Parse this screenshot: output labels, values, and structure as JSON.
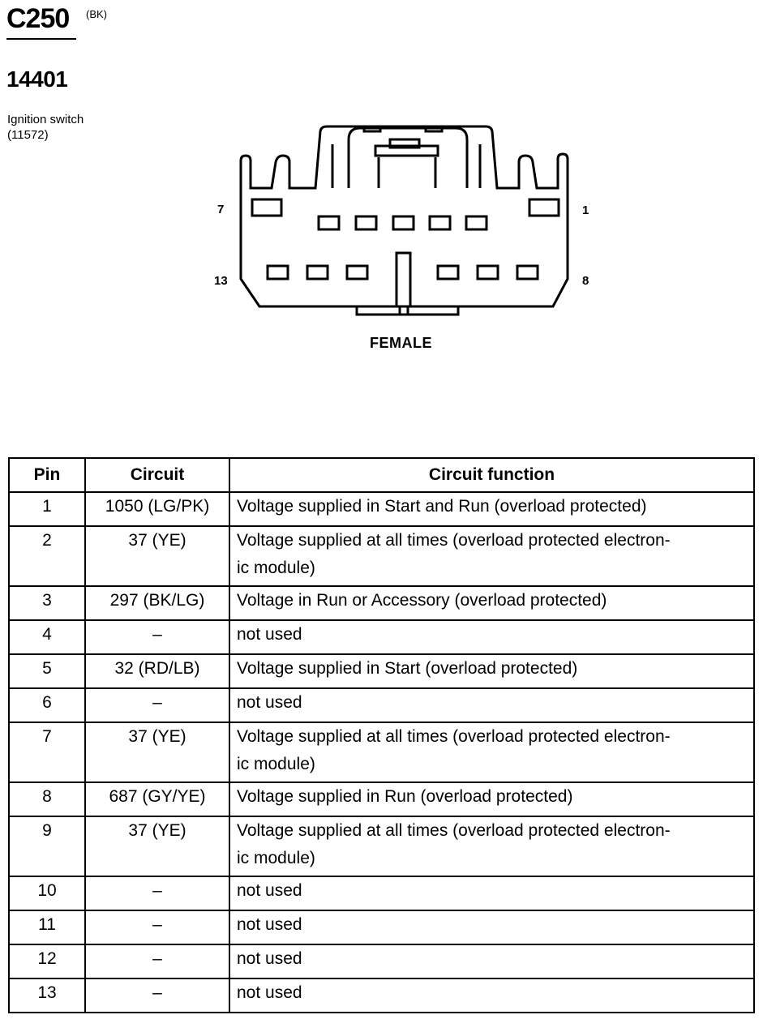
{
  "header": {
    "connector_id": "C250",
    "connector_color": "(BK)",
    "part_number": "14401",
    "component_name": "Ignition switch",
    "component_ref": "(11572)"
  },
  "diagram": {
    "view": "FEMALE",
    "pin_labels": {
      "top_left": "7",
      "top_right": "1",
      "bottom_left": "13",
      "bottom_right": "8"
    }
  },
  "table": {
    "headers": [
      "Pin",
      "Circuit",
      "Circuit function"
    ],
    "rows": [
      {
        "pin": "1",
        "circuit": "1050 (LG/PK)",
        "function": "Voltage supplied in Start and Run (overload protected)"
      },
      {
        "pin": "2",
        "circuit": "37 (YE)",
        "function": "Voltage supplied at all times (overload protected electron-",
        "function2": "ic module)"
      },
      {
        "pin": "3",
        "circuit": "297 (BK/LG)",
        "function": "Voltage in Run or Accessory (overload protected)"
      },
      {
        "pin": "4",
        "circuit": "–",
        "function": "not used"
      },
      {
        "pin": "5",
        "circuit": "32 (RD/LB)",
        "function": "Voltage supplied in Start (overload protected)"
      },
      {
        "pin": "6",
        "circuit": "–",
        "function": "not used"
      },
      {
        "pin": "7",
        "circuit": "37 (YE)",
        "function": "Voltage supplied at all times (overload protected electron-",
        "function2": "ic module)"
      },
      {
        "pin": "8",
        "circuit": "687 (GY/YE)",
        "function": "Voltage supplied in Run (overload protected)"
      },
      {
        "pin": "9",
        "circuit": "37 (YE)",
        "function": "Voltage supplied at all times (overload protected electron-",
        "function2": "ic module)"
      },
      {
        "pin": "10",
        "circuit": "–",
        "function": "not used"
      },
      {
        "pin": "11",
        "circuit": "–",
        "function": "not used"
      },
      {
        "pin": "12",
        "circuit": "–",
        "function": "not used"
      },
      {
        "pin": "13",
        "circuit": "–",
        "function": "not used"
      }
    ]
  }
}
